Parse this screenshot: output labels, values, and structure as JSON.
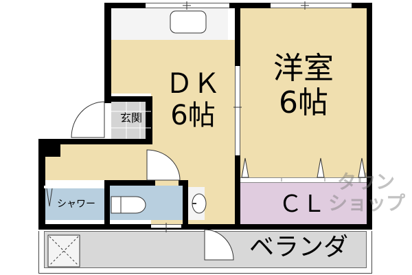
{
  "floorplan": {
    "rooms": {
      "dk": {
        "label_line1": "ＤＫ",
        "label_line2": "6帖"
      },
      "western_room": {
        "label_line1": "洋室",
        "label_line2": "6帖"
      },
      "entrance": {
        "label": "玄関"
      },
      "shower": {
        "label": "シャワー"
      },
      "closet": {
        "label": "ＣＬ"
      },
      "veranda": {
        "label": "ベランダ"
      }
    },
    "colors": {
      "room_fill": "#f0dfaf",
      "wet_area_fill": "#b8cfdf",
      "closet_fill": "#e0ccdf",
      "veranda_fill": "#d8d8d8",
      "entrance_fill": "#d4d4d4",
      "wall": "#000000"
    },
    "watermark": {
      "line1": "タウン",
      "line2": "ショップ"
    }
  }
}
